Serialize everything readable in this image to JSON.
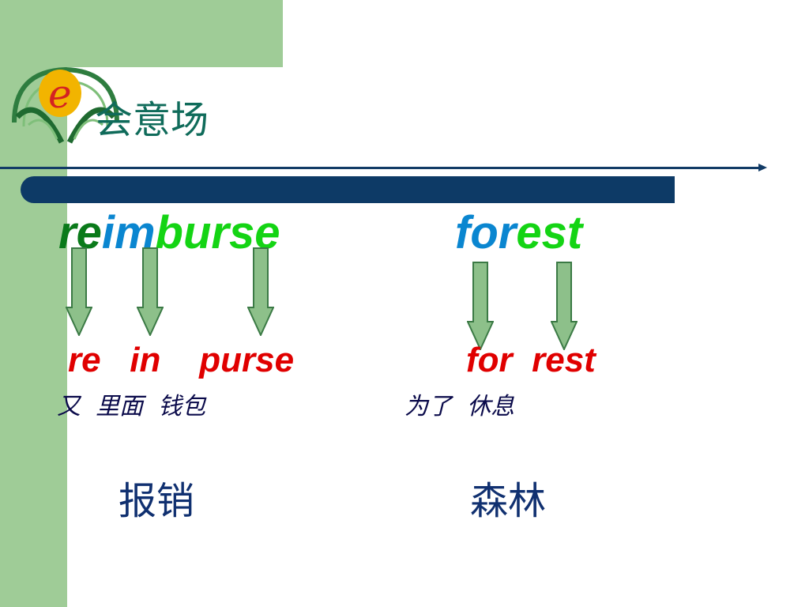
{
  "title": "会意场",
  "colors": {
    "dark_green": "#0a7a1a",
    "bright_green": "#14d414",
    "blue": "#0a86d0",
    "red": "#e00000",
    "navy": "#0d3a66",
    "sage": "#9fcc97",
    "title_teal": "#0f6b5a"
  },
  "examples": [
    {
      "word_segments": [
        {
          "text": "re",
          "color": "#0a7a1a"
        },
        {
          "text": "im",
          "color": "#0a86d0"
        },
        {
          "text": "burse",
          "color": "#14d414"
        }
      ],
      "parts": "re   in    purse",
      "gloss": "又  里面  钱包",
      "meaning": "报销"
    },
    {
      "word_segments": [
        {
          "text": "for",
          "color": "#0a86d0"
        },
        {
          "text": "est",
          "color": "#14d414"
        }
      ],
      "parts": "for  rest",
      "gloss": "为了  休息",
      "meaning": "森林"
    }
  ]
}
